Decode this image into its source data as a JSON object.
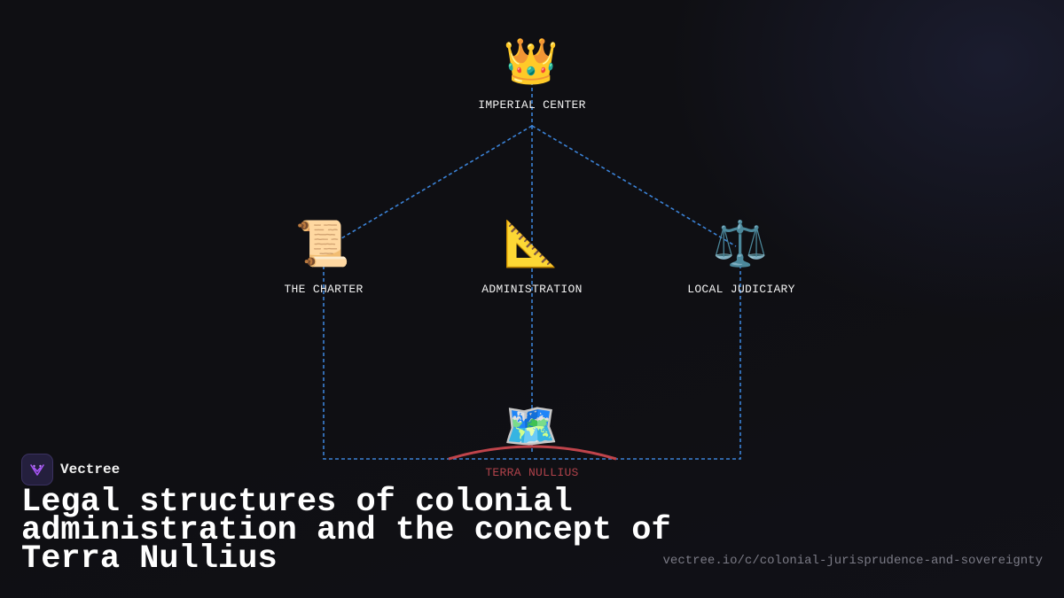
{
  "diagram": {
    "nodes": [
      {
        "id": "imperial-center",
        "label": "IMPERIAL CENTER",
        "icon": "crown-icon",
        "glyph": "👑"
      },
      {
        "id": "the-charter",
        "label": "THE CHARTER",
        "icon": "scroll-icon",
        "glyph": "📜"
      },
      {
        "id": "administration",
        "label": "ADMINISTRATION",
        "icon": "triangular-ruler-icon",
        "glyph": "📐"
      },
      {
        "id": "local-judiciary",
        "label": "LOCAL JUDICIARY",
        "icon": "balance-scale-icon",
        "glyph": "⚖️"
      },
      {
        "id": "terra-nullius",
        "label": "TERRA NULLIUS",
        "icon": "world-map-icon",
        "glyph": "🗺️"
      }
    ],
    "colors": {
      "connector": "#3b82d6",
      "arc": "#c0444b",
      "label": "#f2f2f2",
      "red_label": "#b0424a"
    }
  },
  "brand": {
    "name": "Vectree",
    "logo_icon": "vectree-logo-icon"
  },
  "title": "Legal structures of colonial administration and the concept of Terra Nullius",
  "url": "vectree.io/c/colonial-jurisprudence-and-sovereignty",
  "colors": {
    "background": "#0f0f13",
    "logo_bg": "#241f3d",
    "logo_accent": "#a855f7"
  }
}
